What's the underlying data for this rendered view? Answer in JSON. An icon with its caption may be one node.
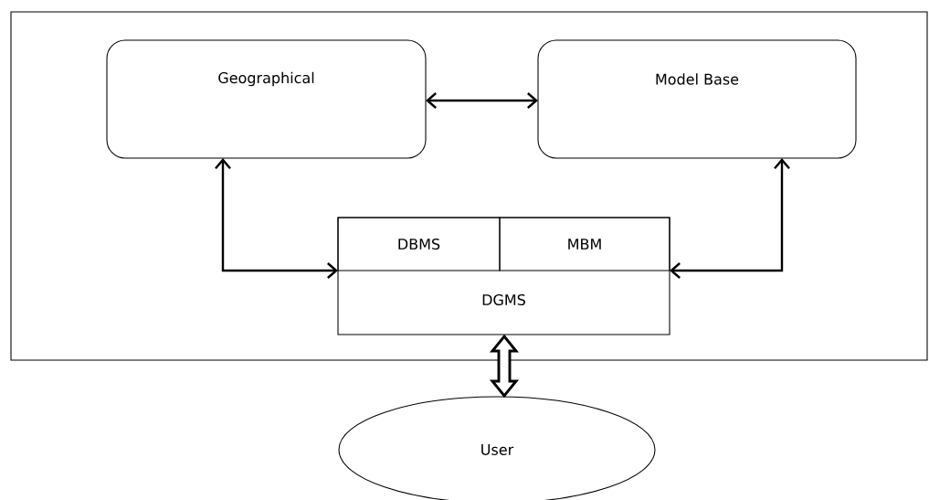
{
  "diagram": {
    "nodes": [
      {
        "text": [],
        "shape": "box"
      },
      {
        "text": [
          "Geographical"
        ],
        "in": 0
      },
      {
        "text": [
          "Model Base"
        ],
        "in": 0
      },
      {
        "text": [
          "DGMS"
        ],
        "in": 0
      },
      {
        "text": [
          "DBMS"
        ],
        "in": 3
      },
      {
        "text": [
          "MBM"
        ],
        "in": 3
      },
      {
        "text": [
          "User"
        ]
      }
    ],
    "edges": [
      {
        "from": 1,
        "to": 2,
        "arrow": "both"
      },
      {
        "from": 1,
        "to": 3,
        "arrow": "both"
      },
      {
        "from": 3,
        "to": 2,
        "arrow": "both"
      },
      {
        "from": 3,
        "to": 6,
        "arrow": "both",
        "style": "thick"
      }
    ]
  }
}
